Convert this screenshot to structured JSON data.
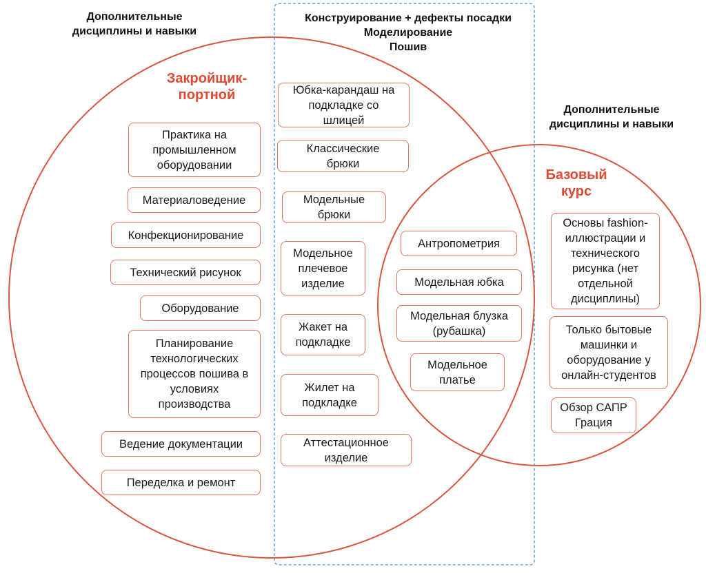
{
  "headers": {
    "left_extra": "Дополнительные\nдисциплины и навыки",
    "center": "Конструирование + дефекты посадки\nМоделирование\nПошив",
    "right_extra": "Дополнительные\nдисциплины и навыки"
  },
  "circles": {
    "tailor_title": "Закройщик-\nпортной",
    "base_title": "Базовый\nкурс"
  },
  "tailor_only": [
    "Практика на\nпромышленном\nоборудовании",
    "Материаловедение",
    "Конфекционирование",
    "Технический рисунок",
    "Оборудование",
    "Планирование\nтехнологических\nпроцессов пошива в\nусловиях\nпроизводства",
    "Ведение документации",
    "Переделка и ремонт"
  ],
  "center_column": [
    "Юбка-карандаш на\nподкладке со\nшлицей",
    "Классические\nбрюки",
    "Модельные\nбрюки",
    "Модельное\nплечевое\nизделие",
    "Жакет на\nподкладке",
    "Жилет на\nподкладке",
    "Аттестационное\nизделие"
  ],
  "intersection": [
    "Антропометрия",
    "Модельная юбка",
    "Модельная блузка\n(рубашка)",
    "Модельное\nплатье"
  ],
  "base_only": [
    "Основы fashion-\nиллюстрации и\nтехнического\nрисунка (нет\nотдельной\nдисциплины)",
    "Только бытовые\nмашинки и\nоборудование у\nонлайн-студентов",
    "Обзор САПР\nГрация"
  ],
  "colors": {
    "circle_stroke": "#d9553f",
    "box_border": "#e2735f",
    "title_red": "#e04a32",
    "dashed_blue": "#5aa6d6"
  }
}
